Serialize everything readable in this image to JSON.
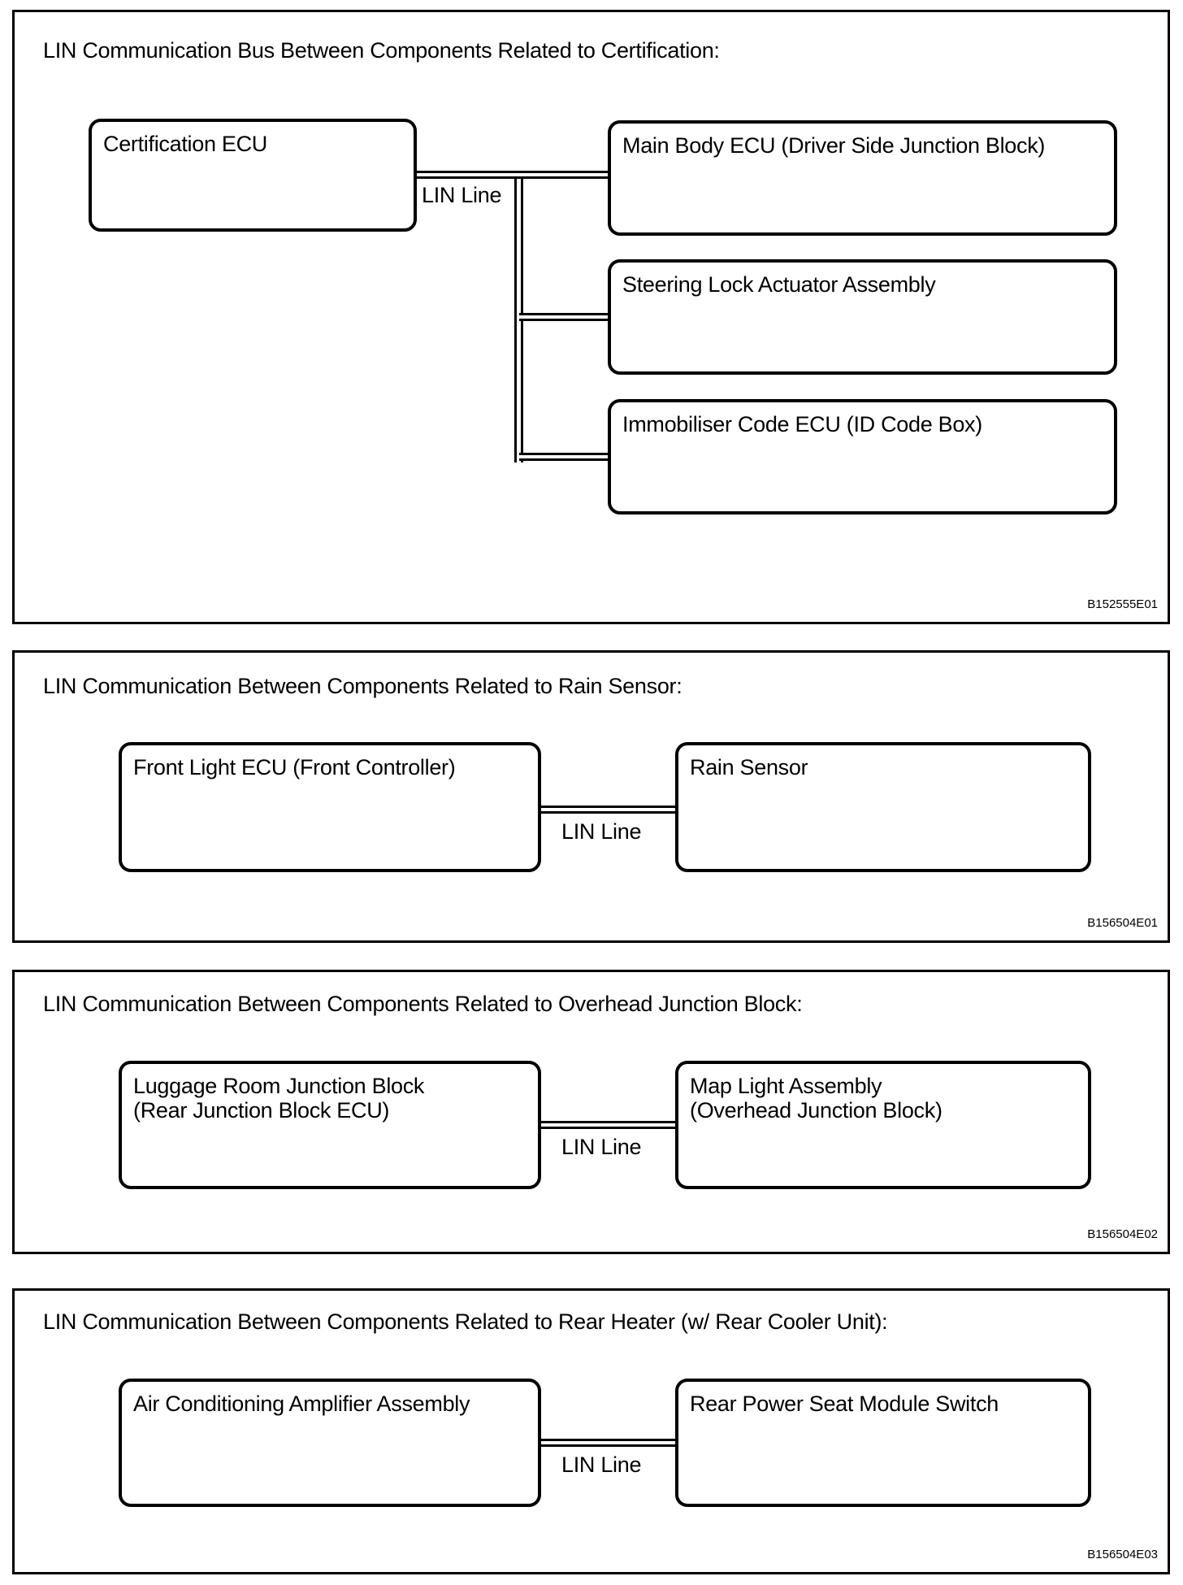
{
  "document": {
    "background_color": "#ffffff",
    "ink_color": "#000000"
  },
  "panels": [
    {
      "title": "LIN Communication Bus Between Components Related to Certification:",
      "lin_label": "LIN Line",
      "ref_code": "B152555E01",
      "left_box": "Certification ECU",
      "right_boxes": [
        "Main Body ECU (Driver Side Junction Block)",
        "Steering Lock Actuator Assembly",
        "Immobiliser Code ECU (ID Code Box)"
      ]
    },
    {
      "title": "LIN Communication Between Components Related to Rain Sensor:",
      "lin_label": "LIN Line",
      "ref_code": "B156504E01",
      "left_lines": [
        "Front Light ECU (Front Controller)"
      ],
      "right_lines": [
        "Rain Sensor"
      ]
    },
    {
      "title": "LIN Communication Between Components Related to Overhead Junction Block:",
      "lin_label": "LIN Line",
      "ref_code": "B156504E02",
      "left_lines": [
        "Luggage Room Junction Block",
        "(Rear Junction Block ECU)"
      ],
      "right_lines": [
        "Map Light Assembly",
        "(Overhead Junction Block)"
      ]
    },
    {
      "title": "LIN Communication Between Components Related to Rear Heater (w/ Rear Cooler Unit):",
      "lin_label": "LIN Line",
      "ref_code": "B156504E03",
      "left_lines": [
        "Air Conditioning Amplifier Assembly"
      ],
      "right_lines": [
        "Rear Power Seat Module Switch"
      ]
    }
  ]
}
